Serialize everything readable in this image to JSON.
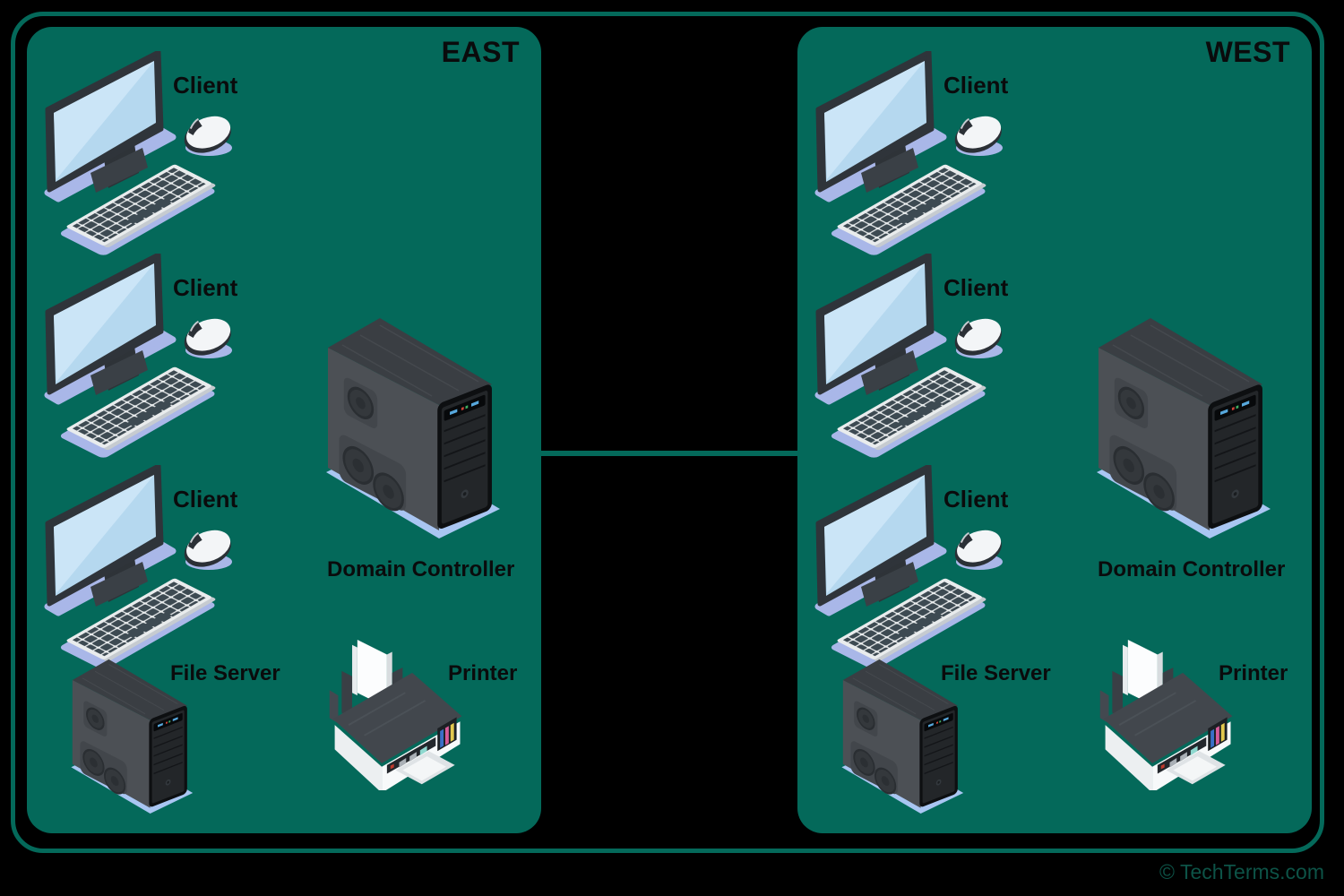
{
  "canvas": {
    "background": "#000000"
  },
  "colors": {
    "panel_background": "#04695A",
    "outer_border": "#04695A",
    "connector_line": "#04695A",
    "label_text": "#0A0B0C",
    "screen_blue": "#B5D8EF",
    "shadow_periwinkle": "#A9B7E8",
    "copyright_text": "#0D5347"
  },
  "watermark": {
    "text": "© TechTerms.com"
  },
  "domains": [
    {
      "name": "EAST",
      "clients": [
        {
          "label": "Client"
        },
        {
          "label": "Client"
        },
        {
          "label": "Client"
        }
      ],
      "domain_controller": {
        "label": "Domain Controller"
      },
      "file_server": {
        "label": "File Server"
      },
      "printer": {
        "label": "Printer"
      }
    },
    {
      "name": "WEST",
      "clients": [
        {
          "label": "Client"
        },
        {
          "label": "Client"
        },
        {
          "label": "Client"
        }
      ],
      "domain_controller": {
        "label": "Domain Controller"
      },
      "file_server": {
        "label": "File Server"
      },
      "printer": {
        "label": "Printer"
      }
    }
  ]
}
